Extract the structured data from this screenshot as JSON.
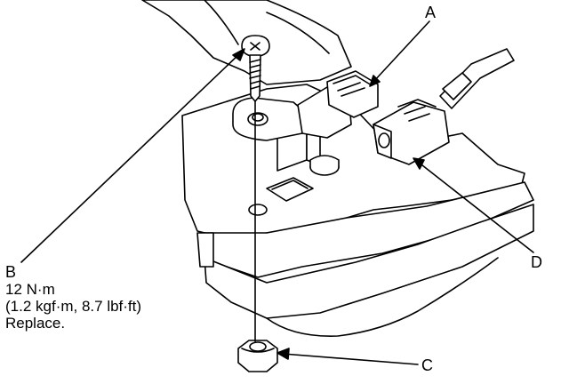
{
  "labels": {
    "a": "A",
    "b": "B",
    "b_torque_nm": "12 N·m",
    "b_torque_alt": "(1.2 kgf·m, 8.7 lbf·ft)",
    "b_note": "Replace.",
    "c": "C",
    "d": "D"
  },
  "colors": {
    "ink": "#000000",
    "paper": "#ffffff"
  }
}
